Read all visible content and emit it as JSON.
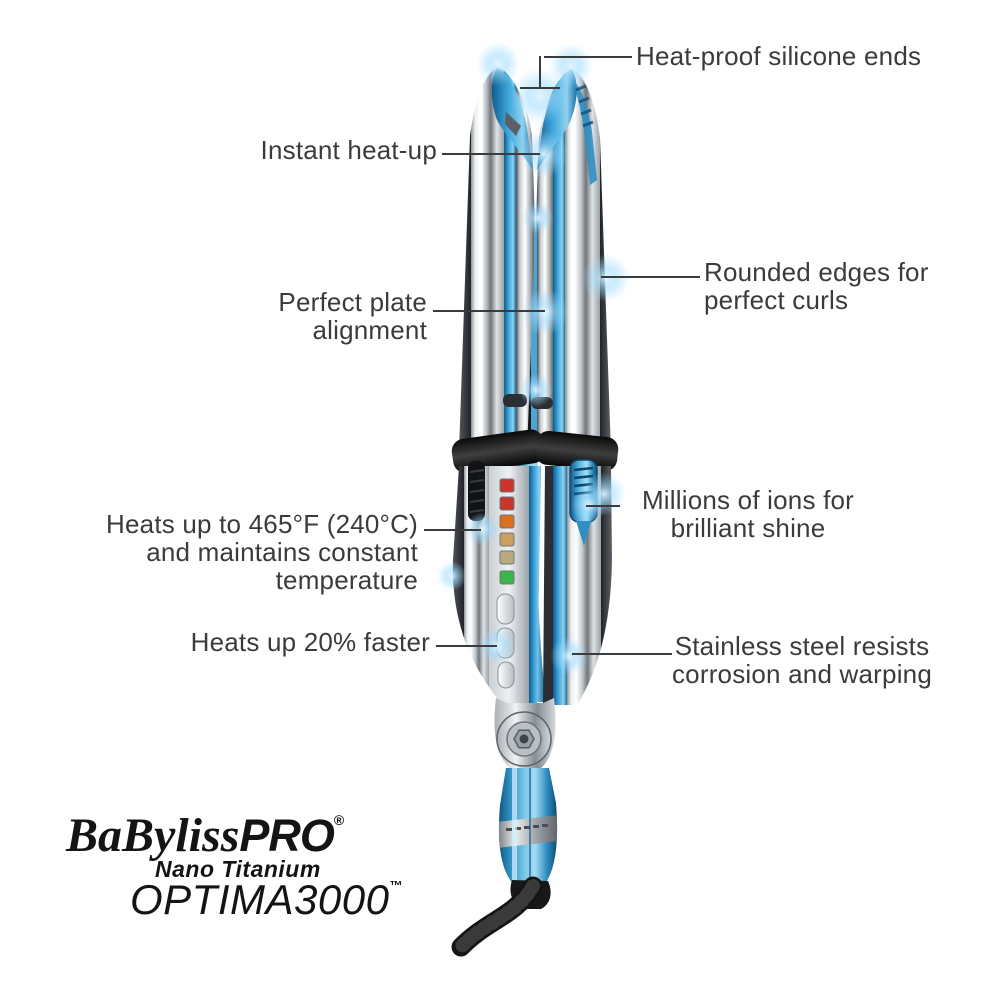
{
  "background": "#ffffff",
  "callouts": {
    "silicone": {
      "line1": "Heat-proof silicone ends"
    },
    "instant": {
      "line1": "Instant heat-up"
    },
    "rounded": {
      "line1": "Rounded edges for",
      "line2": "perfect curls"
    },
    "plate": {
      "line1": "Perfect plate",
      "line2": "alignment"
    },
    "temp465": {
      "line1": "Heats up to 465°F (240°C)",
      "line2": "and maintains constant",
      "line3": "temperature"
    },
    "ions": {
      "line1": "Millions of ions for",
      "line2": "brilliant shine"
    },
    "faster": {
      "line1": "Heats up 20% faster"
    },
    "stainless": {
      "line1": "Stainless steel resists",
      "line2": "corrosion and warping"
    }
  },
  "logo": {
    "brand": "BaByliss",
    "brand_bold": "PRO",
    "registered": "®",
    "line": "Nano Titanium",
    "model": "OPTIMA3000",
    "trademark": "™"
  },
  "device": {
    "accent_blue": "#3fa6dc",
    "glow_blue": "#9fdcff",
    "leds": [
      "#c8352b",
      "#c8352b",
      "#d9701f",
      "#c8a060",
      "#b9a97e",
      "#3bb54a"
    ]
  }
}
